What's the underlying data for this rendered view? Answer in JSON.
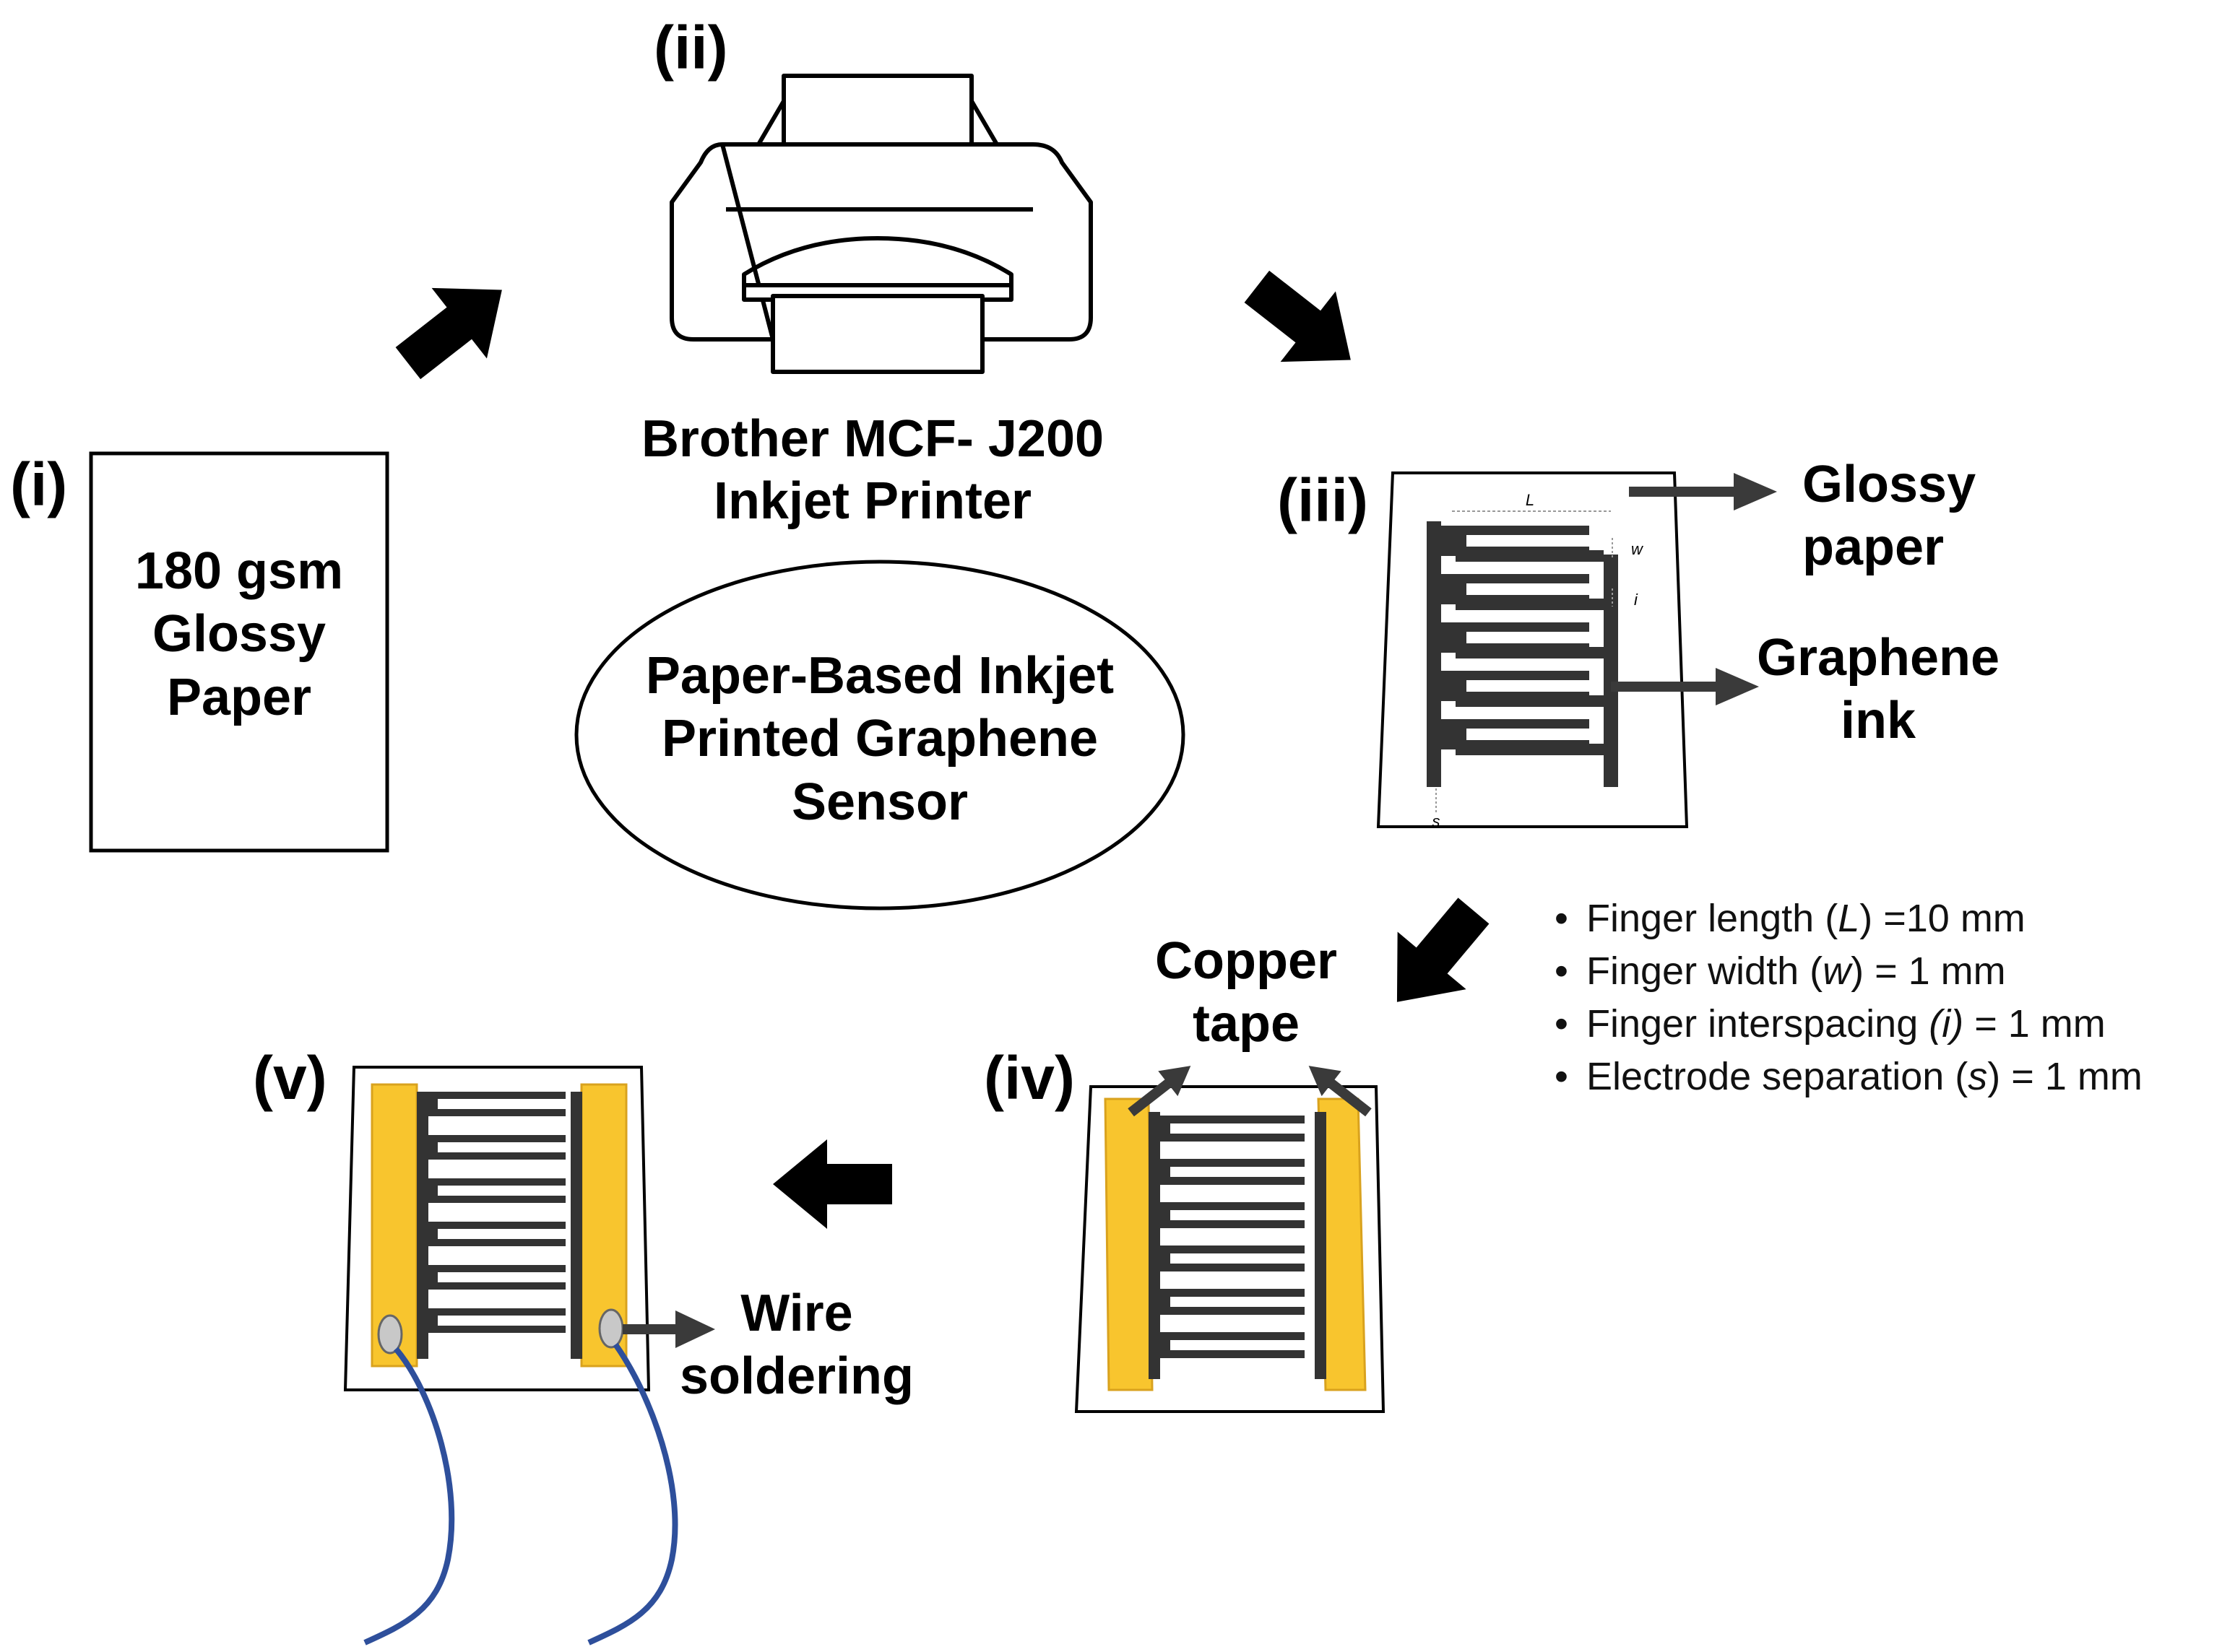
{
  "labels": {
    "step_i": "(i)",
    "step_ii": "(ii)",
    "step_iii": "(iii)",
    "step_iv": "(iv)",
    "step_v": "(v)"
  },
  "paper": {
    "line1": "180 gsm",
    "line2": "Glossy",
    "line3": "Paper"
  },
  "printer": {
    "line1": "Brother MCF- J200",
    "line2": "Inkjet Printer"
  },
  "center": {
    "line1": "Paper-Based Inkjet",
    "line2": "Printed Graphene",
    "line3": "Sensor"
  },
  "callouts": {
    "glossy_line1": "Glossy",
    "glossy_line2": "paper",
    "graphene_line1": "Graphene",
    "graphene_line2": "ink",
    "copper_line1": "Copper",
    "copper_line2": "tape",
    "wire_line1": "Wire",
    "wire_line2": "soldering"
  },
  "dims": {
    "L": "L",
    "w": "w",
    "i": "i",
    "s": "s"
  },
  "specs": [
    {
      "pre": "Finger length (",
      "sym": "L",
      "post": ") =10 mm"
    },
    {
      "pre": "Finger width (",
      "sym": "w",
      "post": ") = 1 mm"
    },
    {
      "pre": "Finger interspacing ",
      "sym": "(i)",
      "post": " = 1 mm"
    },
    {
      "pre": "Electrode separation (",
      "sym": "s",
      "post": ") = 1 mm"
    }
  ],
  "colors": {
    "graphene": "#333333",
    "copper": "#f8c52e",
    "wire": "#2e4f9b",
    "arrow": "#000000"
  }
}
